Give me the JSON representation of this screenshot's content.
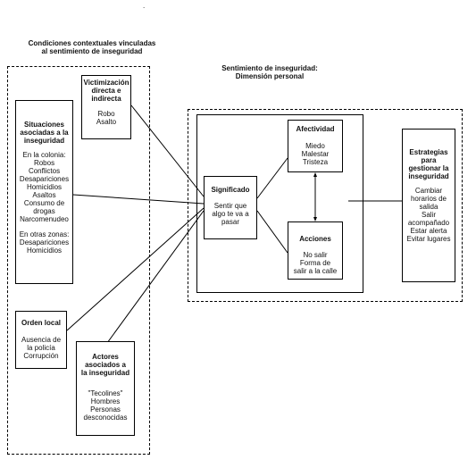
{
  "top_mark": ".",
  "left_group": {
    "title_line1": "Condiciones contextuales vinculadas",
    "title_line2": "al sentimiento de inseguridad"
  },
  "right_group": {
    "title_line1": "Sentimiento de inseguridad:",
    "title_line2": "Dimensión personal"
  },
  "victimizacion": {
    "title": [
      "Victimización",
      "directa e",
      "indirecta"
    ],
    "items": [
      "Robo",
      "Asalto"
    ]
  },
  "situaciones": {
    "title": [
      "Situaciones",
      "asociadas a la",
      "inseguridad"
    ],
    "colonia_label": "En la colonia:",
    "colonia_items": [
      "Robos",
      "Conflictos",
      "Desapariciones",
      "Homicidios",
      "Asaltos",
      "Consumo de",
      "drogas",
      "Narcomenudeo"
    ],
    "otras_label": "En otras zonas:",
    "otras_items": [
      "Desapariciones",
      "Homicidios"
    ]
  },
  "orden_local": {
    "title": "Orden local",
    "items": [
      "Ausencia de",
      "la policía",
      "Corrupción"
    ]
  },
  "actores": {
    "title": [
      "Actores",
      "asociados a",
      "la inseguridad"
    ],
    "items": [
      "\"Tecolines\"",
      "Hombres",
      "Personas",
      "desconocidas"
    ]
  },
  "significado": {
    "title": "Significado",
    "items": [
      "Sentir que",
      "algo te va a",
      "pasar"
    ]
  },
  "afectividad": {
    "title": "Afectividad",
    "items": [
      "Miedo",
      "Malestar",
      "Tristeza"
    ]
  },
  "acciones": {
    "title": "Acciones",
    "items": [
      "No salir",
      "Forma de",
      "salir a la calle"
    ]
  },
  "estrategias": {
    "title": [
      "Estrategias",
      "para",
      "gestionar la",
      "inseguridad"
    ],
    "items": [
      "Cambiar",
      "horarios de",
      "salida",
      "Salir",
      "acompañado",
      "Estar alerta",
      "Evitar lugares"
    ]
  }
}
